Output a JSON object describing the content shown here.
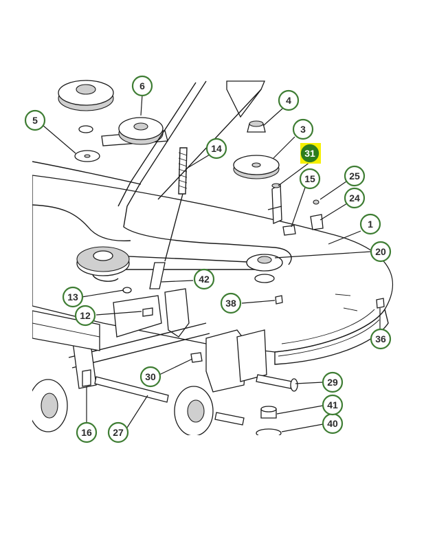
{
  "diagram": {
    "highlight_color": "#f5f000",
    "callout_color": "#3e7d33",
    "highlighted_part": "31",
    "callouts": [
      "1",
      "3",
      "4",
      "5",
      "6",
      "12",
      "13",
      "14",
      "15",
      "16",
      "20",
      "24",
      "25",
      "27",
      "29",
      "30",
      "31",
      "36",
      "38",
      "40",
      "41",
      "42"
    ]
  }
}
